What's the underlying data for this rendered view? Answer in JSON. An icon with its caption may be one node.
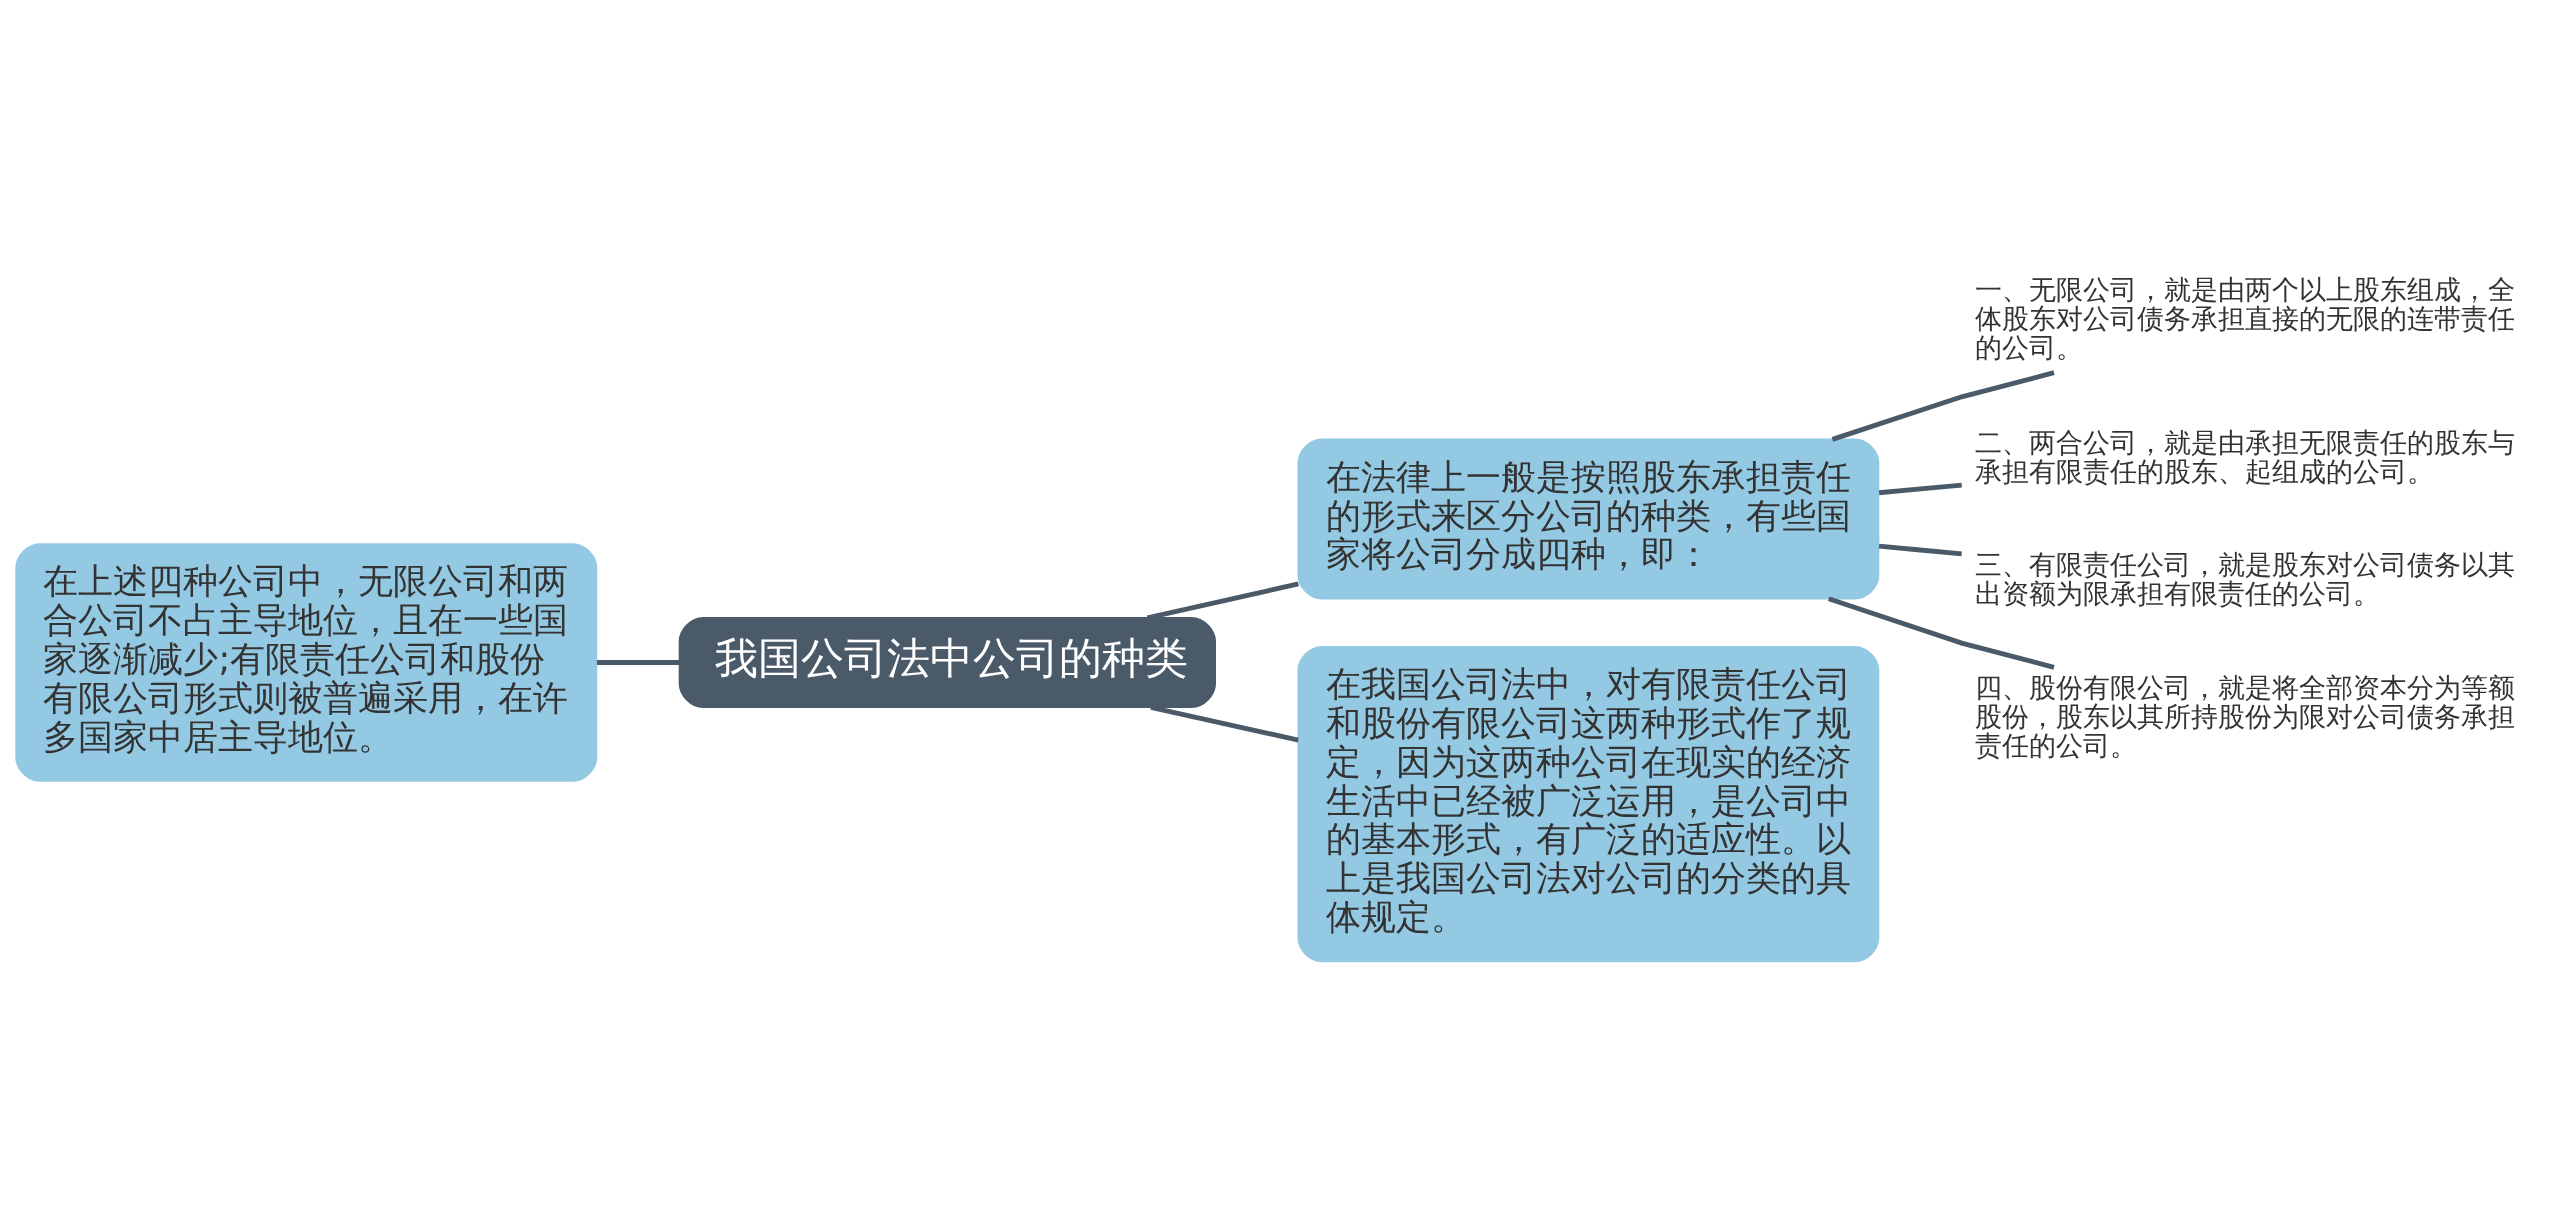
{
  "diagram": {
    "nodes": [
      {
        "text": [
          "我国公司法中公司的种类"
        ]
      },
      {
        "text": [
          "在上述四种公司中，无限公司和两合公司不占主导地位，且在一些国家逐渐减少;有限责任公司和股份有限公司形式则被普遍采用，在许多国家中居主导地位。"
        ]
      },
      {
        "text": [
          "在法律上一般是按照股东承担责任的形式来区分公司的种类，有些国家将公司分成四种，即："
        ]
      },
      {
        "text": [
          "在我国公司法中，对有限责任公司和股份有限公司这两种形式作了规定，因为这两种公司在现实的经济生活中已经被广泛运用，是公司中的基本形式，有广泛的适应性。以上是我国公司法对公司的分类的具体规定。"
        ]
      },
      {
        "text": [
          "一、无限公司，就是由两个以上股东组成，全体股东对公司债务承担直接的无限的连带责任的公司。"
        ]
      },
      {
        "text": [
          "二、两合公司，就是由承担无限责任的股东与承担有限责任的股东、起组成的公司。"
        ]
      },
      {
        "text": [
          "三、有限责任公司，就是股东对公司债务以其出资额为限承担有限责任的公司。"
        ]
      },
      {
        "text": [
          "四、股份有限公司，就是将全部资本分为等额股份，股东以其所持股份为限对公司债务承担责任的公司。"
        ]
      }
    ],
    "edges": [
      {
        "from": 0,
        "to": 1,
        "arrow": "none"
      },
      {
        "from": 0,
        "to": 2,
        "arrow": "none"
      },
      {
        "from": 0,
        "to": 3,
        "arrow": "none"
      },
      {
        "from": 2,
        "to": 4,
        "arrow": "none"
      },
      {
        "from": 2,
        "to": 5,
        "arrow": "none"
      },
      {
        "from": 2,
        "to": 6,
        "arrow": "none"
      },
      {
        "from": 2,
        "to": 7,
        "arrow": "none"
      }
    ]
  }
}
